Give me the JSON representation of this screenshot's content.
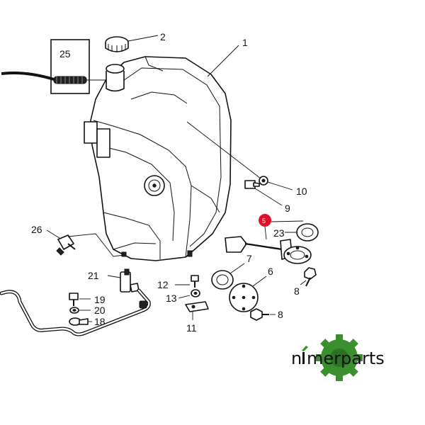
{
  "labels": {
    "l1": "1",
    "l2": "2",
    "l5": "5",
    "l6": "6",
    "l7": "7",
    "l8a": "8",
    "l8b": "8",
    "l9": "9",
    "l10": "10",
    "l11": "11",
    "l12": "12",
    "l13": "13",
    "l18": "18",
    "l19": "19",
    "l20": "20",
    "l21": "21",
    "l23": "23",
    "l25": "25",
    "l26": "26"
  },
  "logo": {
    "text_before": "n",
    "text_after": "merparts",
    "accent_color": "#3a8f2e",
    "marker_color": "#e0102a"
  }
}
